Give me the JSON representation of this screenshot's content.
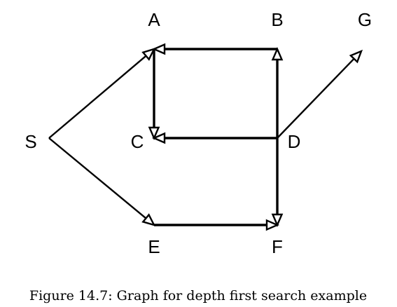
{
  "nodes": [
    {
      "id": "S",
      "label": "S"
    },
    {
      "id": "A",
      "label": "A"
    },
    {
      "id": "B",
      "label": "B"
    },
    {
      "id": "G",
      "label": "G"
    },
    {
      "id": "C",
      "label": "C"
    },
    {
      "id": "D",
      "label": "D"
    },
    {
      "id": "E",
      "label": "E"
    },
    {
      "id": "F",
      "label": "F"
    }
  ],
  "edges": [
    {
      "from": "S",
      "to": "A"
    },
    {
      "from": "S",
      "to": "E"
    },
    {
      "from": "B",
      "to": "A"
    },
    {
      "from": "A",
      "to": "C"
    },
    {
      "from": "D",
      "to": "C"
    },
    {
      "from": "D",
      "to": "B"
    },
    {
      "from": "D",
      "to": "F"
    },
    {
      "from": "D",
      "to": "G"
    },
    {
      "from": "E",
      "to": "F"
    }
  ],
  "caption": "Figure 14.7: Graph for depth first search example",
  "colors": {
    "stroke": "#000000",
    "background": "#ffffff"
  }
}
